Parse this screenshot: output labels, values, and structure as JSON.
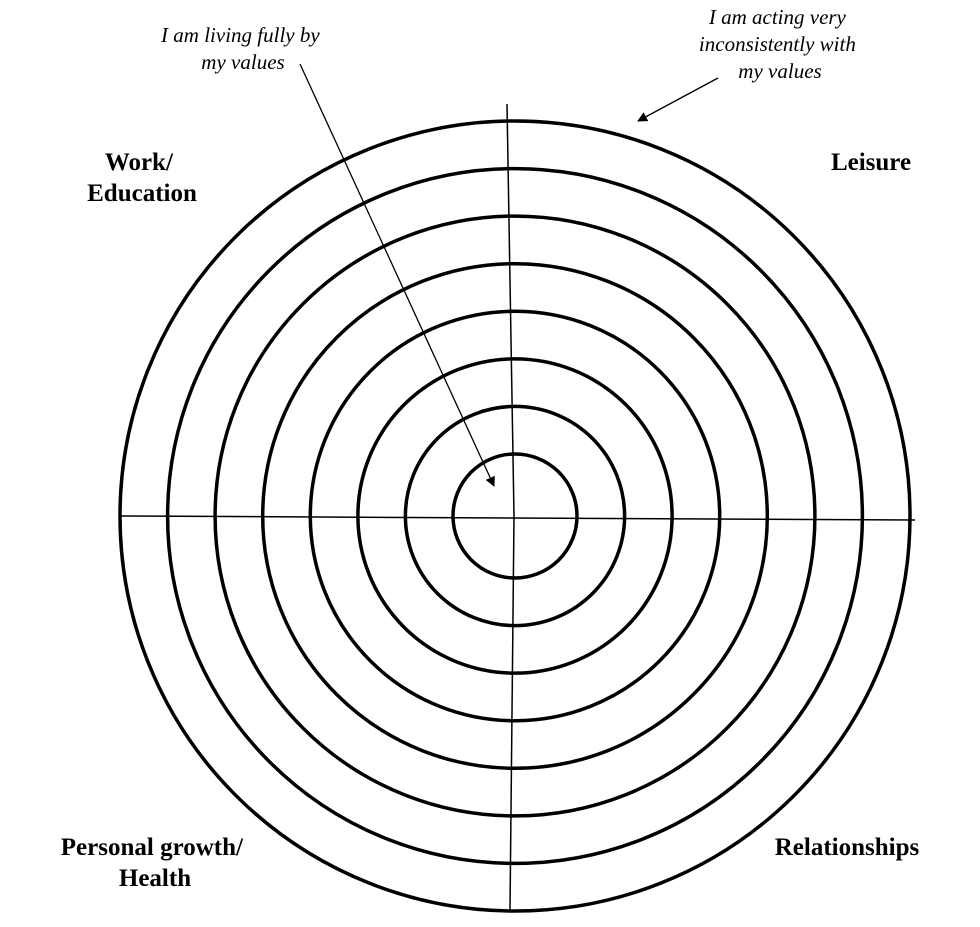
{
  "diagram": {
    "ring_count": 8,
    "quadrants": {
      "top_left": [
        "Work/",
        "Education"
      ],
      "top_right": [
        "Leisure"
      ],
      "bottom_left": [
        "Personal growth/",
        "Health"
      ],
      "bottom_right": [
        "Relationships"
      ]
    },
    "annotations": {
      "center": [
        "I am living fully by",
        "my values"
      ],
      "outer": [
        "I am acting very",
        "inconsistently with",
        "my values"
      ]
    },
    "colors": {
      "line": "#000000",
      "background": "#ffffff"
    }
  }
}
